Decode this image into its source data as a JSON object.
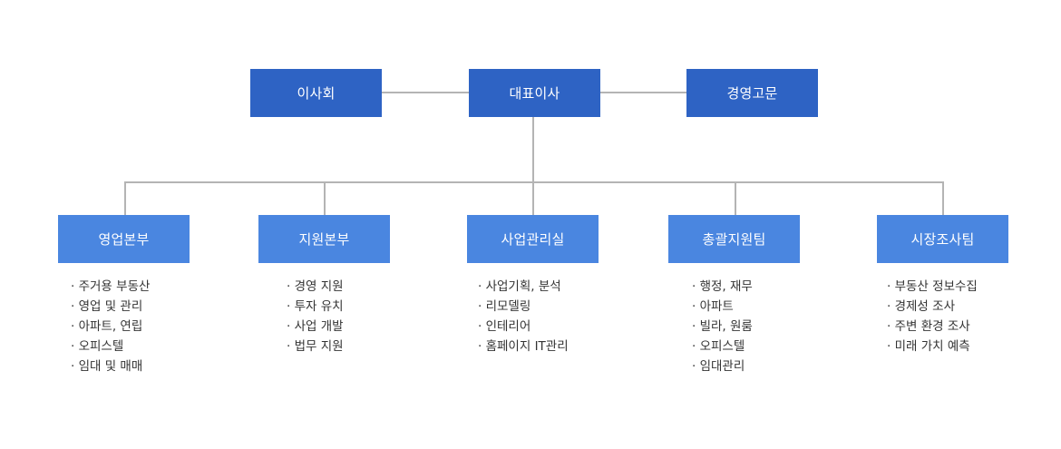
{
  "top": {
    "board": "이사회",
    "ceo": "대표이사",
    "advisor": "경영고문"
  },
  "departments": [
    {
      "name": "영업본부",
      "duties": [
        "주거용 부동산",
        "영업 및 관리",
        "아파트, 연립",
        "오피스텔",
        "임대 및 매매"
      ]
    },
    {
      "name": "지원본부",
      "duties": [
        "경영 지원",
        "투자 유치",
        "사업 개발",
        "법무 지원"
      ]
    },
    {
      "name": "사업관리실",
      "duties": [
        "사업기획, 분석",
        "리모델링",
        "인테리어",
        "홈페이지 IT관리"
      ]
    },
    {
      "name": "총괄지원팀",
      "duties": [
        "행정, 재무",
        "아파트",
        "빌라, 원룸",
        "오피스텔",
        "임대관리"
      ]
    },
    {
      "name": "시장조사팀",
      "duties": [
        "부동산 정보수집",
        "경제성 조사",
        "주변 환경 조사",
        "미래 가치 예측"
      ]
    }
  ],
  "colors": {
    "top": "#2e63c4",
    "dept": "#4a86e0",
    "line": "#b4b4b4"
  }
}
